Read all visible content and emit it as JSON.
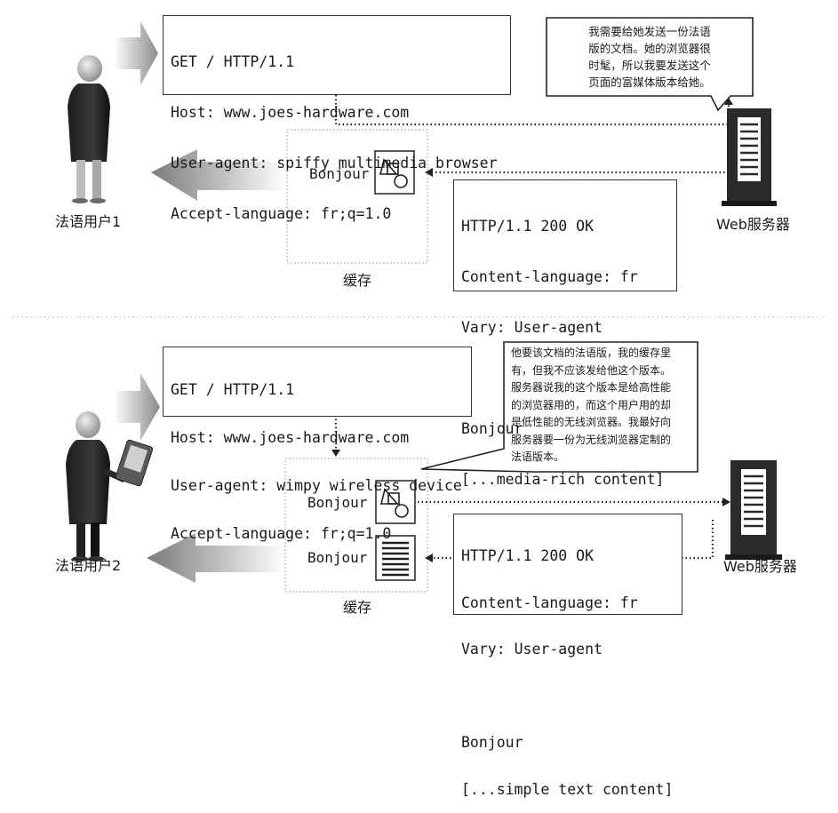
{
  "scene1": {
    "request": [
      "GET / HTTP/1.1",
      "Host: www.joes-hardware.com",
      "User-agent: spiffy multimedia browser",
      "Accept-language: fr;q=1.0"
    ],
    "thought": [
      "我需要给她发送一份法语",
      "版的文档。她的浏览器很",
      "时髦，所以我要发送这个",
      "页面的富媒体版本给她。"
    ],
    "response": [
      "HTTP/1.1 200 OK",
      "Content-language: fr",
      "Vary: User-agent",
      "",
      "Bonjour",
      "[...media-rich content]"
    ],
    "user_label": "法语用户1",
    "server_label": "Web服务器",
    "cache_label": "缓存",
    "cached_item": "Bonjour"
  },
  "scene2": {
    "request": [
      "GET / HTTP/1.1",
      "Host: www.joes-hardware.com",
      "User-agent: wimpy wireless device",
      "Accept-language: fr;q=1.0"
    ],
    "thought": [
      "他要该文档的法语版，我的缓存里",
      "有，但我不应该发给他这个版本。",
      "服务器说我的这个版本是给高性能",
      "的浏览器用的，而这个用户用的却",
      "是低性能的无线浏览器。我最好向",
      "服务器要一份为无线浏览器定制的",
      "法语版本。"
    ],
    "response": [
      "HTTP/1.1 200 OK",
      "Content-language: fr",
      "Vary: User-agent",
      "",
      "Bonjour",
      "[...simple text content]"
    ],
    "user_label": "法语用户2",
    "server_label": "Web服务器",
    "cache_label": "缓存",
    "cached_item_rich": "Bonjour",
    "cached_item_text": "Bonjour"
  }
}
